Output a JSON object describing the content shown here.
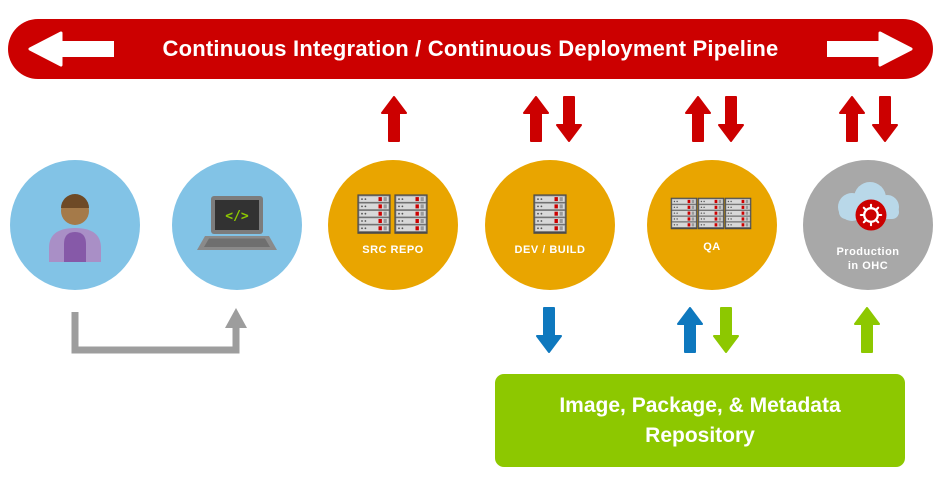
{
  "banner": {
    "title": "Continuous Integration / Continuous Deployment Pipeline"
  },
  "nodes": {
    "workstation": {
      "code_glyph": "</>"
    },
    "src_repo": {
      "label": "SRC REPO"
    },
    "dev_build": {
      "label": "DEV / BUILD"
    },
    "qa": {
      "label": "QA"
    },
    "production": {
      "label": "Production in OHC"
    }
  },
  "repository": {
    "label": "Image, Package, & Metadata Repository"
  },
  "icons": {
    "developer": "person-icon",
    "workstation": "laptop-code-icon",
    "src_repo": "server-stack-icon",
    "dev_build": "server-stack-icon",
    "qa": "server-stack-icon",
    "production": "cloud-openshift-icon",
    "banner_left": "left-arrow-icon",
    "banner_right": "right-arrow-icon"
  },
  "colors": {
    "red": "#CC0000",
    "orange": "#E9A500",
    "light_blue": "#82C3E6",
    "gray": "#A8A8A8",
    "green": "#8DC800",
    "blue": "#0E78BE",
    "connector_gray": "#9D9D9D"
  }
}
